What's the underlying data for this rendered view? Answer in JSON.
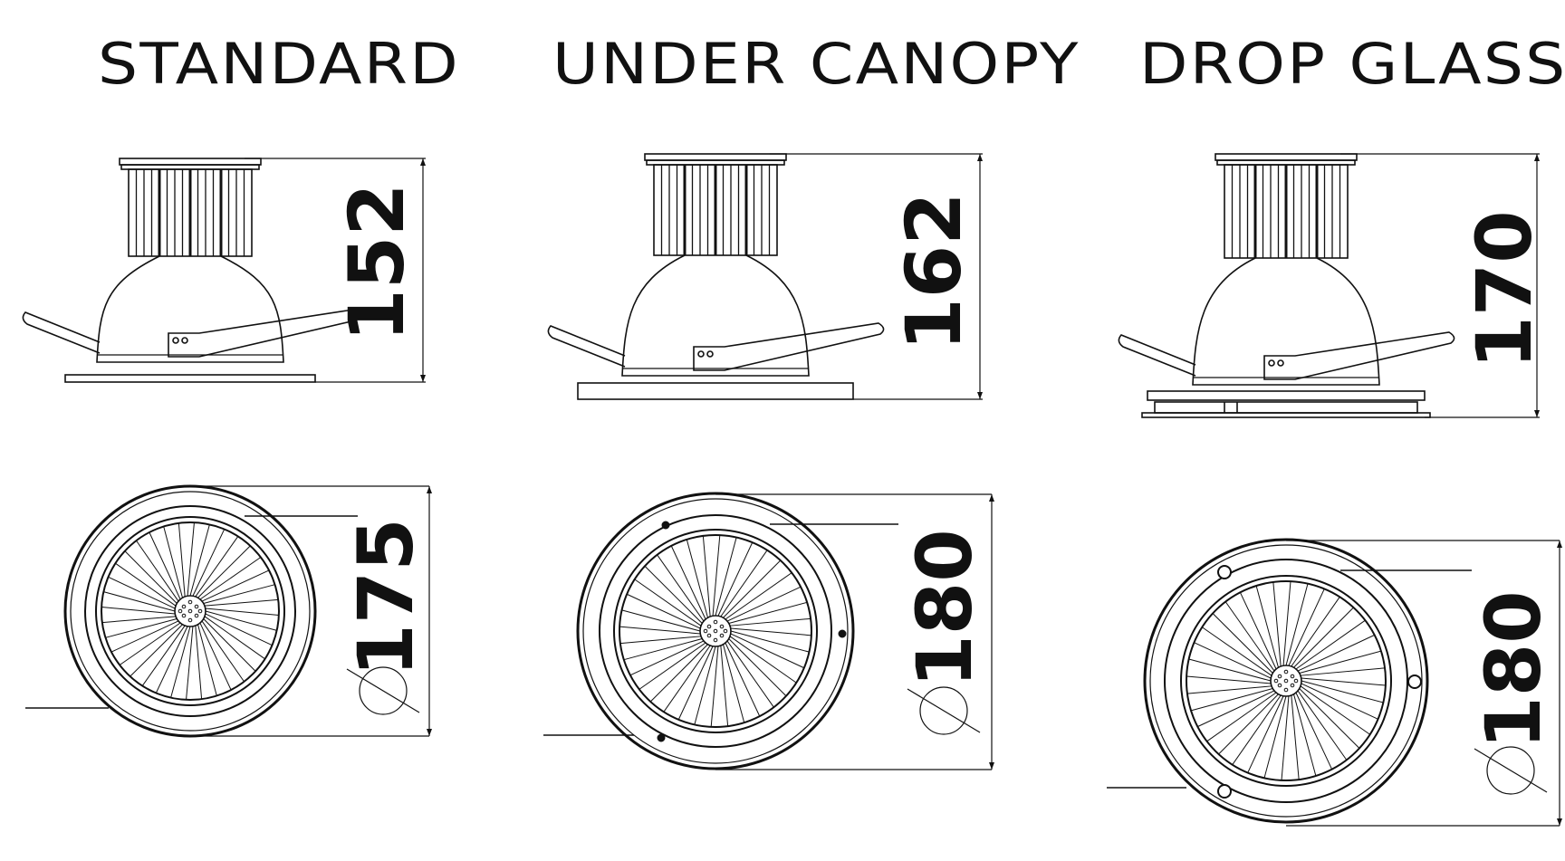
{
  "titles": [
    "STANDARD",
    "UNDER CANOPY",
    "DROP GLASS"
  ],
  "side_heights": [
    "152",
    "162",
    "170"
  ],
  "front_diameters": [
    "175",
    "180",
    "180"
  ],
  "line_color": "#111111",
  "background": "#ffffff"
}
